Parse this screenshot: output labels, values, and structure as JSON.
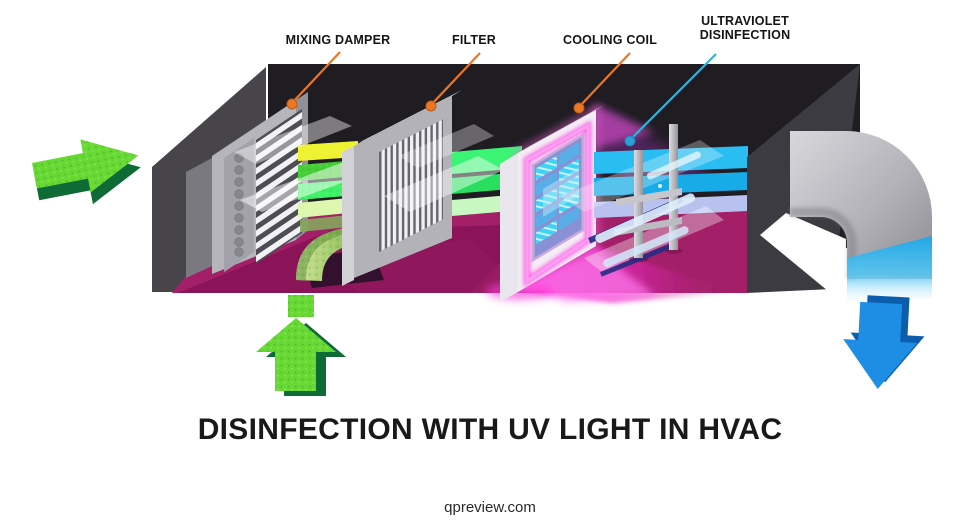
{
  "page": {
    "title": "DISINFECTION WITH UV LIGHT IN HVAC",
    "watermark": "qpreview.com"
  },
  "callouts": {
    "mixing_damper": "MIXING DAMPER",
    "filter": "FILTER",
    "cooling_coil": "COOLING COIL",
    "uv_line1": "ULTRAVIOLET",
    "uv_line2": "DISINFECTION"
  },
  "colors": {
    "leader_orange": "#ed7623",
    "leader_cyan": "#35b1da",
    "duct_back_wall": "#1f1d22",
    "duct_left_wall": "#474549",
    "duct_right_wall": "#3c3b41",
    "floor_magenta": "#a32069",
    "uv_glow_pink": "#ff2fd9",
    "fresh_air_green": "#68d934",
    "exhaust_air_blue": "#1e8ee4",
    "stream_yellow": "#eef233",
    "stream_green": "#3ff168",
    "stream_cyan": "#2abdf2"
  }
}
